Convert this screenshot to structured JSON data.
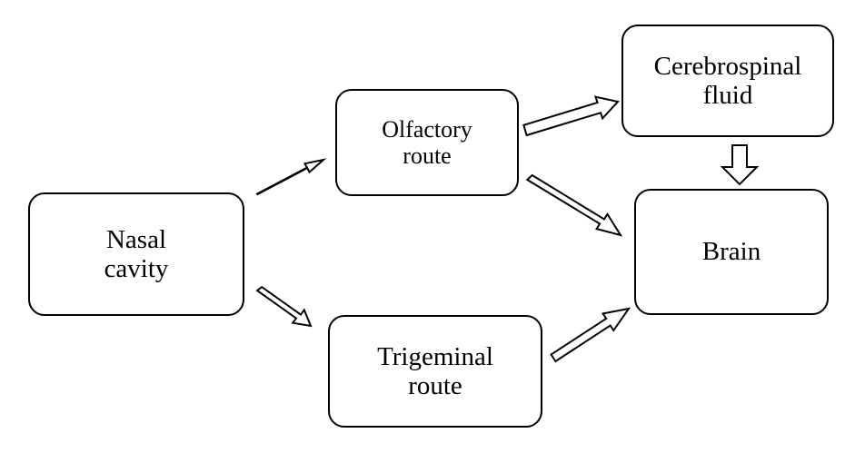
{
  "nodes": {
    "nasal_cavity": "Nasal\ncavity",
    "olfactory_route": "Olfactory\nroute",
    "trigeminal_route": "Trigeminal\nroute",
    "cerebrospinal_fluid": "Cerebrospinal\nfluid",
    "brain": "Brain"
  },
  "edges": [
    {
      "from": "nasal_cavity",
      "to": "olfactory_route"
    },
    {
      "from": "nasal_cavity",
      "to": "trigeminal_route"
    },
    {
      "from": "olfactory_route",
      "to": "cerebrospinal_fluid"
    },
    {
      "from": "olfactory_route",
      "to": "brain"
    },
    {
      "from": "trigeminal_route",
      "to": "brain"
    },
    {
      "from": "cerebrospinal_fluid",
      "to": "brain"
    }
  ],
  "colors": {
    "stroke": "#000000",
    "fill": "#ffffff"
  }
}
